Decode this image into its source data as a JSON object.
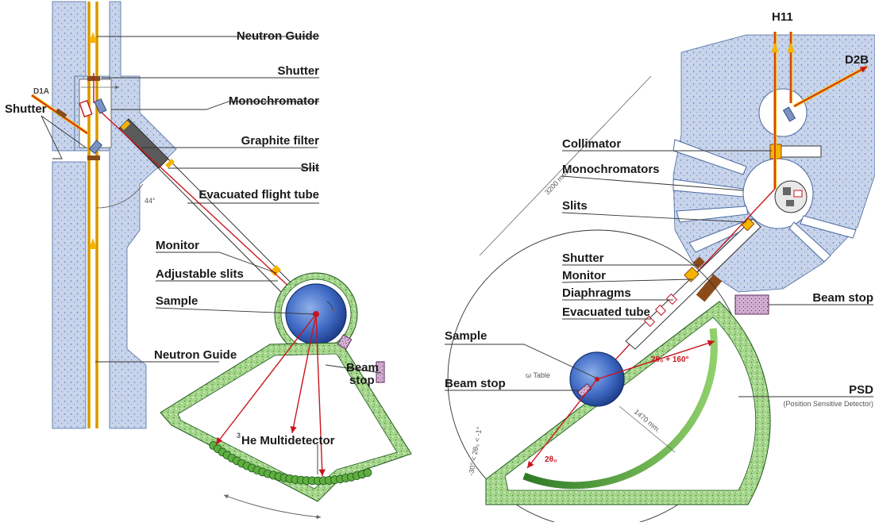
{
  "left": {
    "labels": {
      "neutron_guide_top": "Neutron Guide",
      "shutter_right": "Shutter",
      "monochromator": "Monochromator",
      "graphite_filter": "Graphite filter",
      "slit": "Slit",
      "evacuated_flight_tube": "Evacuated flight tube",
      "monitor": "Monitor",
      "adjustable_slits": "Adjustable slits",
      "sample": "Sample",
      "neutron_guide_bottom": "Neutron Guide",
      "beam_stop": "Beam",
      "beam_stop_2": "stop",
      "multidetector_sup": "3",
      "multidetector": "He Multidetector",
      "d1a": "D1A",
      "shutter_left": "Shutter",
      "angle": "44°"
    }
  },
  "right": {
    "labels": {
      "h11": "H11",
      "d2b": "D2B",
      "collimator": "Collimator",
      "monochromators": "Monochromators",
      "slits": "Slits",
      "shutter": "Shutter",
      "monitor": "Monitor",
      "diaphragms": "Diaphragms",
      "evacuated_tube": "Evacuated tube",
      "beam_stop_right": "Beam stop",
      "sample": "Sample",
      "beam_stop_left": "Beam stop",
      "psd": "PSD",
      "psd_full": "(Position Sensitive Detector)",
      "distance_long": "3200 mm.",
      "distance_short": "1470 mm.",
      "omega_table": "ω Table",
      "angle_range": "-30° < 2θ₀ < -1°",
      "two_theta_max": "2θ₀ + 160°",
      "two_theta": "2θ₀"
    }
  }
}
